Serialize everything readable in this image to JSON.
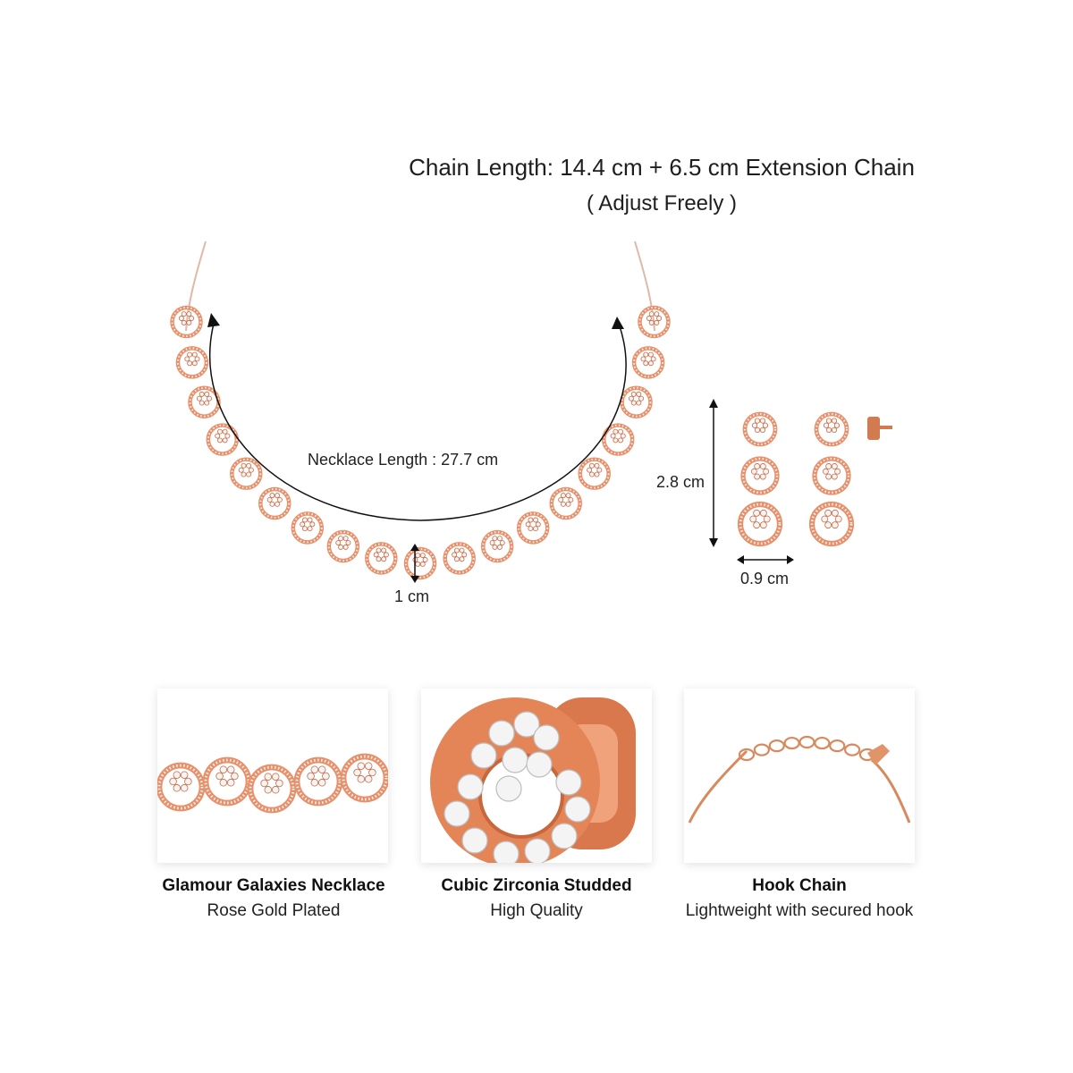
{
  "header": {
    "chain_length": "Chain Length: 14.4 cm + 6.5 cm Extension Chain",
    "adjust": "( Adjust Freely )"
  },
  "dimensions": {
    "necklace_length": "Necklace Length : 27.7 cm",
    "motif_height": "1 cm",
    "earring_height": "2.8 cm",
    "earring_width": "0.9 cm"
  },
  "features": [
    {
      "title": "Glamour Galaxies Necklace",
      "subtitle": "Rose Gold Plated"
    },
    {
      "title": "Cubic Zirconia Studded",
      "subtitle": "High Quality"
    },
    {
      "title": "Hook Chain",
      "subtitle": "Lightweight with secured hook"
    }
  ],
  "colors": {
    "rose_gold": "#e8906a",
    "rose_gold_dark": "#c96a43",
    "stone": "#f4f4f4"
  }
}
